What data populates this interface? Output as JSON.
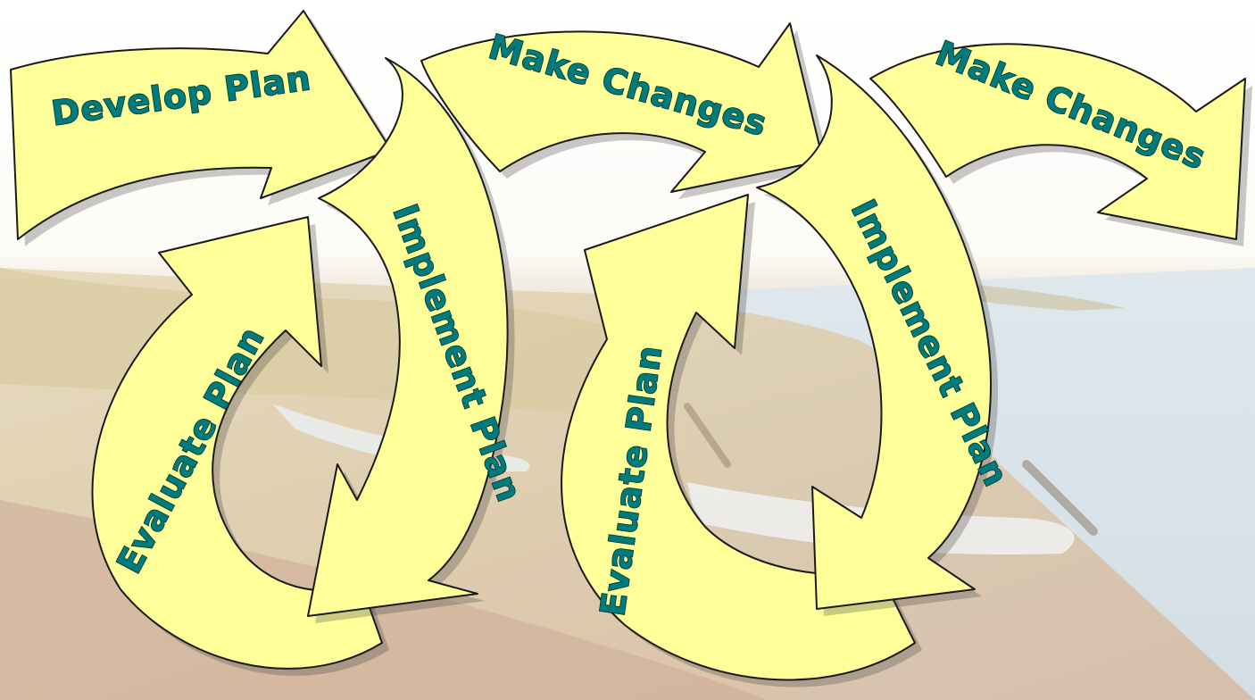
{
  "colors": {
    "arrow_fill": "#ffff99",
    "arrow_outline": "#1a1a1a",
    "label_text": "#007b7b",
    "label_outline": "#003030"
  },
  "background": {
    "description_icon": "photo-lakeshore-kayaks"
  },
  "arrows": [
    {
      "label": "Develop Plan"
    },
    {
      "label": "Implement Plan"
    },
    {
      "label": "Evaluate Plan"
    },
    {
      "label": "Make Changes"
    },
    {
      "label": "Implement Plan"
    },
    {
      "label": "Evaluate Plan"
    },
    {
      "label": "Make Changes"
    }
  ]
}
